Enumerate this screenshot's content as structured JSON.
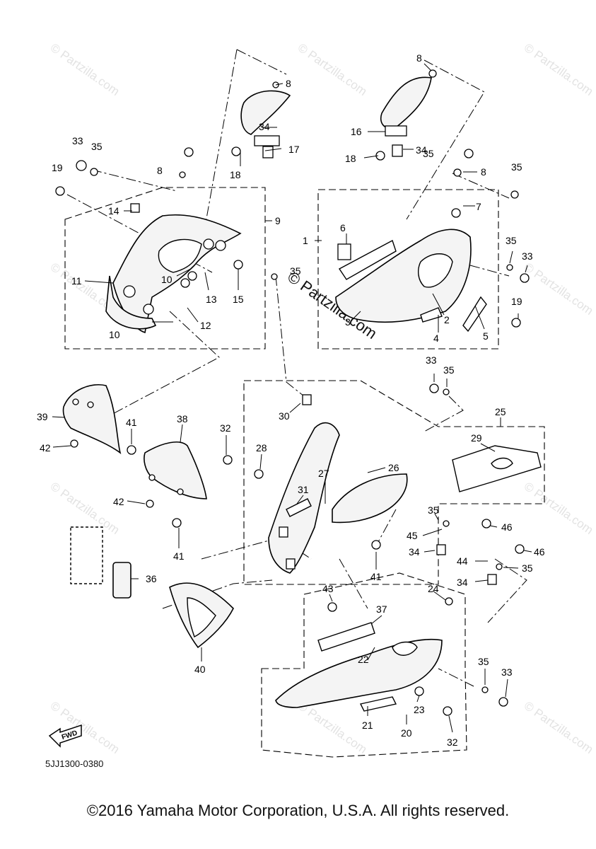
{
  "diagram_code": "5JJ1300-0380",
  "fwd_label": "FWD",
  "copyright": "©2016 Yamaha Motor Corporation, U.S.A. All rights reserved.",
  "watermark_text": "© Partzilla.com",
  "callouts": {
    "c1": "1",
    "c2": "2",
    "c3": "3",
    "c4": "4",
    "c5": "5",
    "c6": "6",
    "c7": "7",
    "c8a": "8",
    "c8b": "8",
    "c8c": "8",
    "c8d": "8",
    "c9": "9",
    "c10a": "10",
    "c10b": "10",
    "c11": "11",
    "c12": "12",
    "c13": "13",
    "c14": "14",
    "c15": "15",
    "c16": "16",
    "c17": "17",
    "c18a": "18",
    "c18b": "18",
    "c19a": "19",
    "c19b": "19",
    "c20": "20",
    "c21": "21",
    "c22": "22",
    "c23": "23",
    "c24": "24",
    "c25": "25",
    "c26": "26",
    "c27": "27",
    "c28": "28",
    "c29": "29",
    "c30": "30",
    "c31": "31",
    "c32a": "32",
    "c32b": "32",
    "c33a": "33",
    "c33b": "33",
    "c33c": "33",
    "c33d": "33",
    "c34a": "34",
    "c34b": "34",
    "c34c": "34",
    "c34d": "34",
    "c35a": "35",
    "c35b": "35",
    "c35c": "35",
    "c35d": "35",
    "c35e": "35",
    "c35f": "35",
    "c35g": "35",
    "c35h": "35",
    "c35i": "35",
    "c36": "36",
    "c37": "37",
    "c38": "38",
    "c39": "39",
    "c40": "40",
    "c41a": "41",
    "c41b": "41",
    "c41c": "41",
    "c42a": "42",
    "c42b": "42",
    "c43": "43",
    "c44": "44",
    "c45": "45",
    "c46a": "46",
    "c46b": "46"
  },
  "colors": {
    "line": "#000000",
    "watermark": "#e3e3e3",
    "background": "#ffffff"
  }
}
